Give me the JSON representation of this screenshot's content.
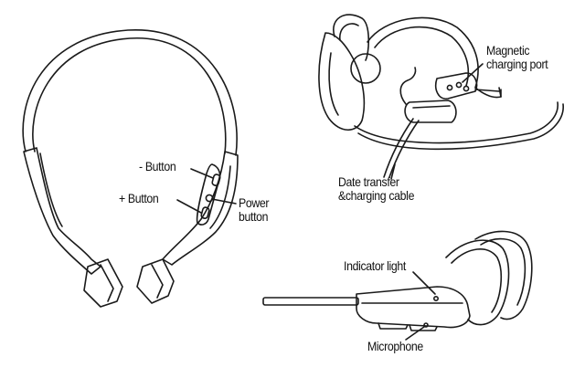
{
  "labels": {
    "minus_button": "- Button",
    "plus_button": "+ Button",
    "power_button_line1": "Power",
    "power_button_line2": "button",
    "magnetic_port_line1": "Magnetic",
    "magnetic_port_line2": "charging port",
    "cable_line1": "Date transfer",
    "cable_line2": "&charging cable",
    "indicator_light": "Indicator light",
    "microphone": "Microphone"
  },
  "colors": {
    "line": "#1a1a1a",
    "background": "#ffffff"
  }
}
